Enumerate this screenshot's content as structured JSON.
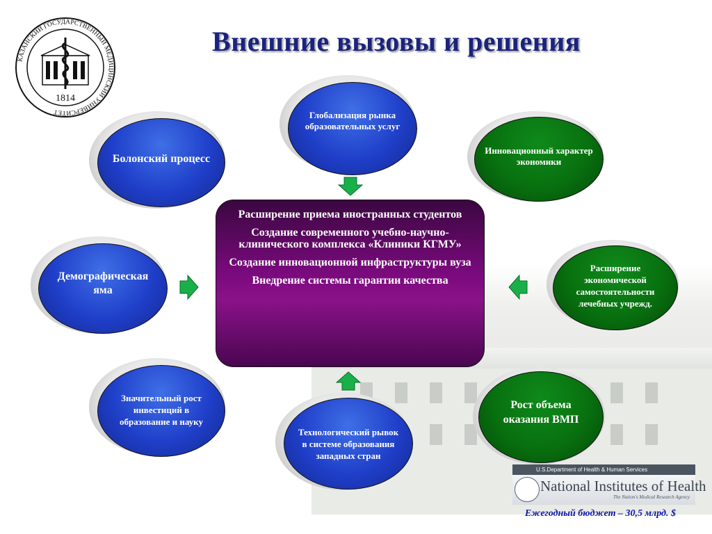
{
  "title": "Внешние вызовы и решения",
  "logo": {
    "ring_text": "КАЗАНСКИЙ ГОСУДАРСТВЕННЫЙ МЕДИЦИНСКИЙ УНИВЕРСИТЕТ",
    "year": "1814",
    "icon": "university-seal-icon"
  },
  "challenges": {
    "bologna": "Болонский процесс",
    "globalization": "Глобализация рынка образовательных услуг",
    "innovation_economy": "Инновационный характер экономики",
    "demographic": "Демографическая яма",
    "autonomy": "Расширение экономической самостоятельности лечебных учрежд.",
    "investments": "Значительный рост инвестиций в образование и науку",
    "tech_leap": "Технологический рывок в системе образования западных стран",
    "vmp": "Рост объема оказания ВМП"
  },
  "solutions": [
    "Расширение приема иностранных студентов",
    "Создание современного учебно-научно-клинического комплекса «Клиники КГМУ»",
    "Создание инновационной инфраструктуры вуза",
    "Внедрение системы гарантии качества"
  ],
  "nih": {
    "dept": "U.S.Department of Health & Human Services",
    "name": "National Institutes of Health",
    "tagline": "The Nation's Medical Research Agency"
  },
  "budget": "Ежегодный бюджет – 30,5 млрд. $",
  "colors": {
    "title": "#1a237e",
    "blue_ellipse": "#1f3fc9",
    "green_ellipse": "#08700f",
    "center_box": "#7b0a7e",
    "arrow": "#19b04a",
    "budget": "#0a16a8"
  }
}
